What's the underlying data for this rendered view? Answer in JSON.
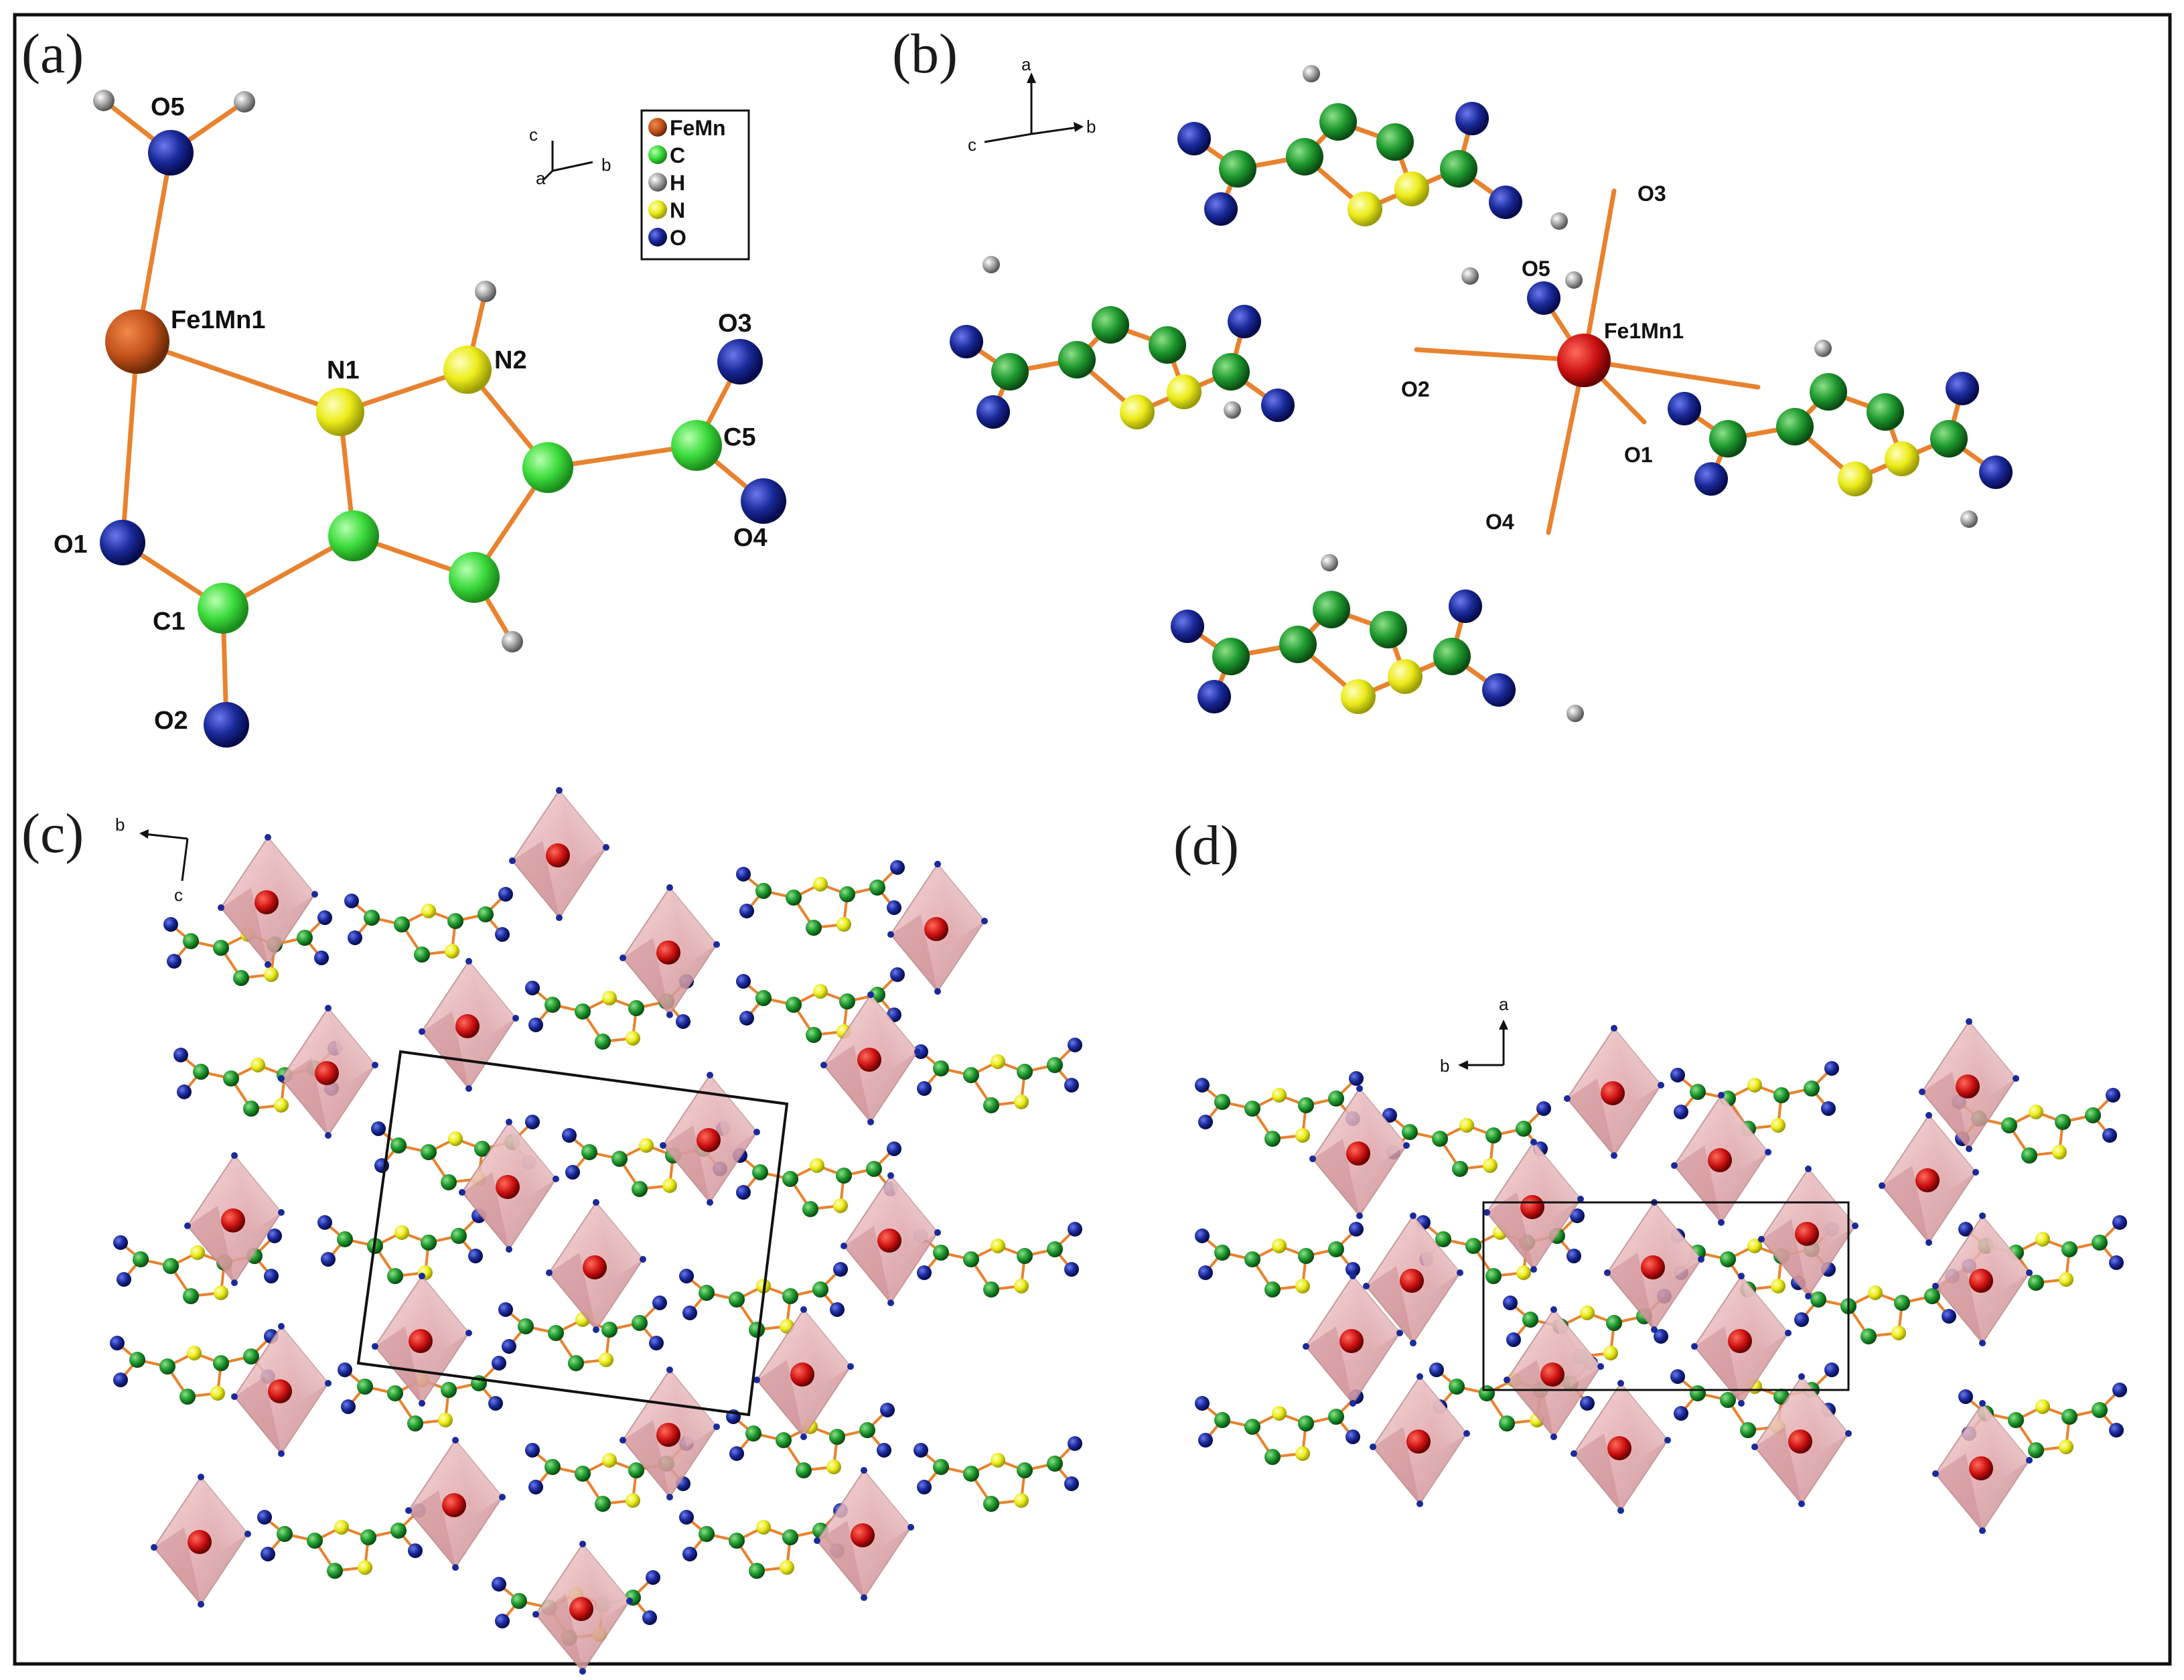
{
  "panels": {
    "a": {
      "label": "(a)",
      "atoms": [
        "O5",
        "Fe1Mn1",
        "N1",
        "N2",
        "O3",
        "C5",
        "O4",
        "O1",
        "C1",
        "O2"
      ],
      "axes": {
        "c": "c",
        "a": "a",
        "b": "b"
      },
      "legend": [
        {
          "label": "FeMn",
          "color": "#c2501a"
        },
        {
          "label": "C",
          "color": "#3ddc3d"
        },
        {
          "label": "H",
          "color": "#9a9a9a"
        },
        {
          "label": "N",
          "color": "#e8e81a"
        },
        {
          "label": "O",
          "color": "#1a2a9a"
        }
      ]
    },
    "b": {
      "label": "(b)",
      "atoms": [
        "O3",
        "O5",
        "Fe1Mn1",
        "O2",
        "O1",
        "O4"
      ],
      "axes": {
        "a": "a",
        "b": "b",
        "c": "c"
      }
    },
    "c": {
      "label": "(c)",
      "axes": {
        "b": "b",
        "c": "c"
      }
    },
    "d": {
      "label": "(d)",
      "axes": {
        "a": "a",
        "b": "b"
      }
    }
  },
  "colors": {
    "metal_a": "#c2501a",
    "metal_b": "#cc1111",
    "carbon_a": "#3ddc3d",
    "carbon_b": "#1e9a2e",
    "hydrogen": "#9a9a9a",
    "nitrogen": "#ecec1a",
    "oxygen": "#1a2a9a",
    "bond": "#e8822e",
    "polyhedron": "#e8b5b8"
  }
}
